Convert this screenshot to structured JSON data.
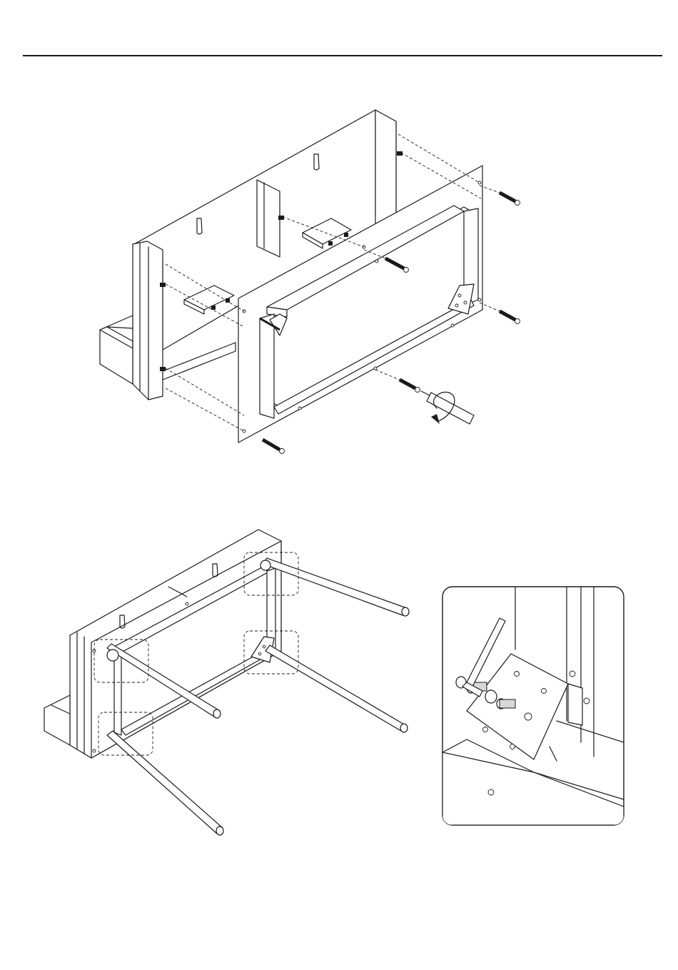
{
  "page": {
    "header_rule": "horizontal-divider",
    "steps": [
      {
        "id": "step-a",
        "description_visible_text": ""
      },
      {
        "id": "step-b",
        "description_visible_text": ""
      }
    ]
  },
  "icons": {
    "screw": "screw-icon",
    "screwdriver": "screwdriver-icon",
    "rotate_arrow": "rotate-arrow-icon",
    "allen_key": "allen-key-icon",
    "bolt_washer": "bolt-washer-icon"
  },
  "colors": {
    "line": "#1a1a1a",
    "paper": "#ffffff",
    "fill_gray": "#d8d8d8"
  }
}
